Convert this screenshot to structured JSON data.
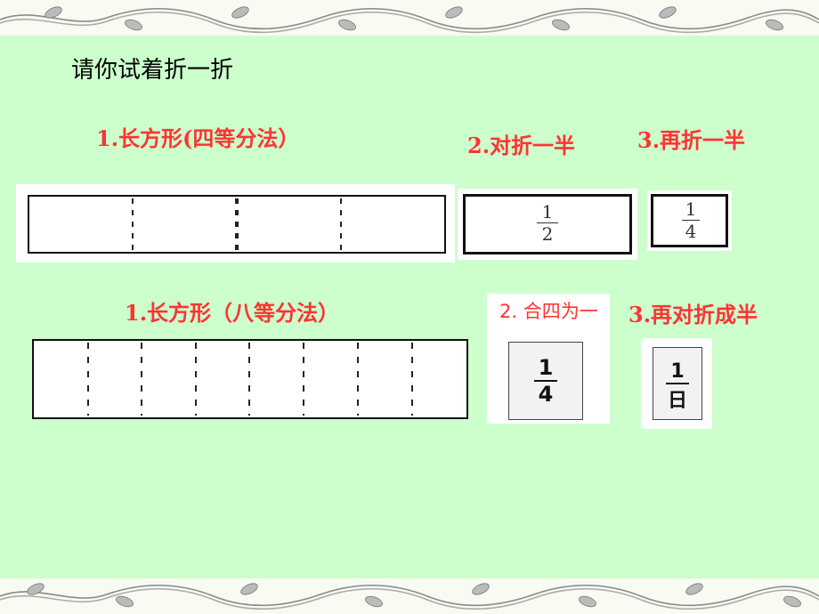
{
  "header": {
    "title": "请你试着折一折"
  },
  "section_four": {
    "heading": "1.长方形(四等分法）",
    "step2": "2.对折一半",
    "step3": "3.再折一半",
    "frac_half": {
      "num": "1",
      "den": "2"
    },
    "frac_quarter": {
      "num": "1",
      "den": "4"
    }
  },
  "section_eight": {
    "heading": "1.长方形（八等分法）",
    "step2": "2. 合四为一",
    "step3": "3.再对折成半",
    "frac_quarter": {
      "num": "1",
      "den": "4"
    },
    "frac_eighth": {
      "num": "1",
      "den": "日"
    }
  },
  "colors": {
    "background": "#ccffcc",
    "accent_red": "#ff3333",
    "border_vine": "#8a8a8a"
  }
}
